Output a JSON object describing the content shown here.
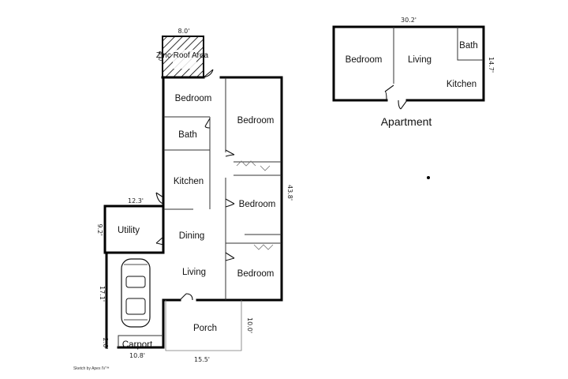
{
  "main_plan": {
    "rooms": {
      "zinc_roof_area": "Zinc Roof Area",
      "bedroom_1": "Bedroom",
      "bedroom_2": "Bedroom",
      "bedroom_3": "Bedroom",
      "bedroom_4": "Bedroom",
      "bath": "Bath",
      "kitchen": "Kitchen",
      "dining": "Dining",
      "living": "Living",
      "utility": "Utility",
      "porch": "Porch",
      "carport": "Carport"
    },
    "dimensions": {
      "zinc_width": "8.0'",
      "zinc_depth": "8.0'",
      "house_depth": "43.8'",
      "utility_width": "12.3'",
      "utility_depth": "9.2'",
      "carport_depth": "17.1'",
      "carport_step": "2.6'",
      "carport_width": "10.8'",
      "porch_width": "15.5'",
      "porch_depth": "10.0'"
    }
  },
  "apartment": {
    "title": "Apartment",
    "rooms": {
      "bedroom": "Bedroom",
      "living": "Living",
      "bath": "Bath",
      "kitchen": "Kitchen"
    },
    "dimensions": {
      "width": "30.2'",
      "depth": "14.7'"
    }
  },
  "credit": "Sketch by Apex IV™"
}
